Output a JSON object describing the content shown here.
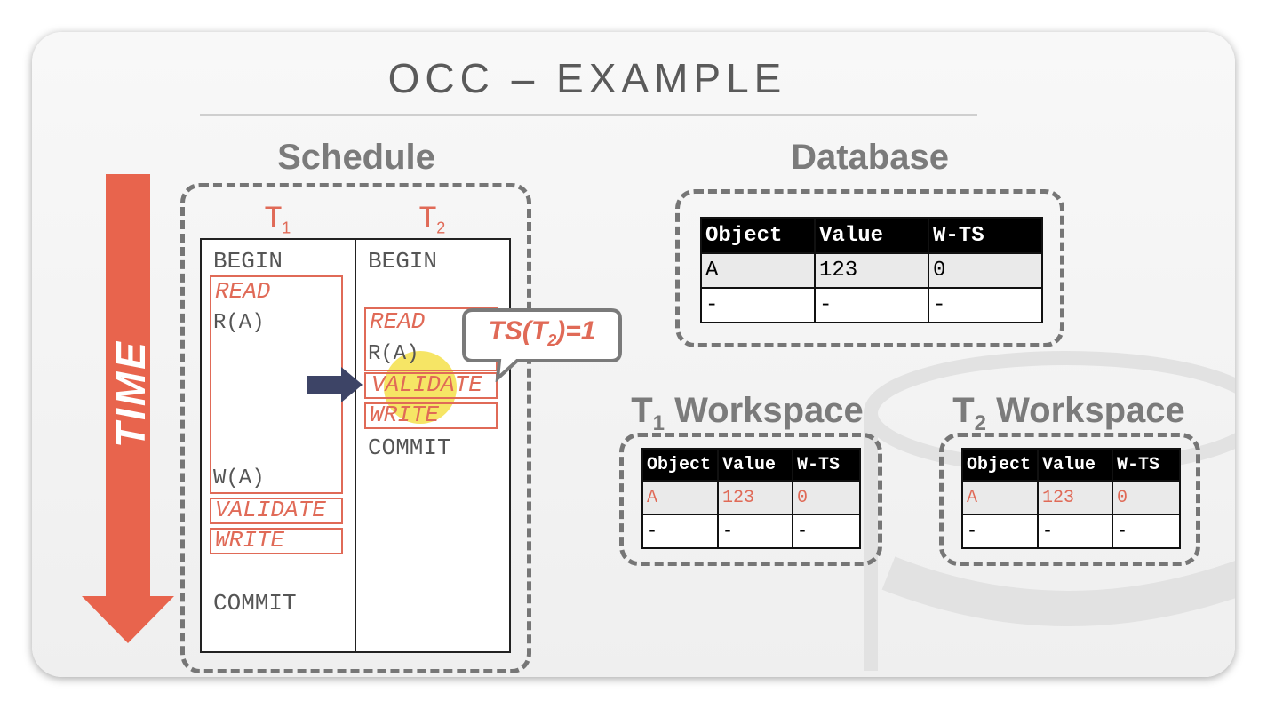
{
  "slide": {
    "title": "OCC – EXAMPLE",
    "time_label": "TIME"
  },
  "schedule": {
    "heading": "Schedule",
    "t1": {
      "label": "T",
      "sub": "1",
      "begin": "BEGIN",
      "read": "READ",
      "read_op": "R(A)",
      "write_op": "W(A)",
      "validate": "VALIDATE",
      "write": "WRITE",
      "commit": "COMMIT"
    },
    "t2": {
      "label": "T",
      "sub": "2",
      "begin": "BEGIN",
      "read": "READ",
      "read_op": "R(A)",
      "validate": "VALIDATE",
      "write": "WRITE",
      "commit": "COMMIT"
    },
    "callout": {
      "prefix": "TS(T",
      "sub": "2",
      "suffix": ")=1"
    }
  },
  "database": {
    "heading": "Database",
    "columns": [
      "Object",
      "Value",
      "W-TS"
    ],
    "rows": [
      [
        "A",
        "123",
        "0"
      ],
      [
        "-",
        "-",
        "-"
      ]
    ]
  },
  "t1_workspace": {
    "heading_prefix": "T",
    "heading_sub": "1",
    "heading_suffix": " Workspace",
    "columns": [
      "Object",
      "Value",
      "W-TS"
    ],
    "rows": [
      [
        "A",
        "123",
        "0"
      ],
      [
        "-",
        "-",
        "-"
      ]
    ]
  },
  "t2_workspace": {
    "heading_prefix": "T",
    "heading_sub": "2",
    "heading_suffix": " Workspace",
    "columns": [
      "Object",
      "Value",
      "W-TS"
    ],
    "rows": [
      [
        "A",
        "123",
        "0"
      ],
      [
        "-",
        "-",
        "-"
      ]
    ]
  },
  "colors": {
    "accent_red": "#e06a57",
    "arrow_red": "#e8644d",
    "pointer_navy": "#3d4466",
    "highlight_yellow": "#f5e04a"
  }
}
